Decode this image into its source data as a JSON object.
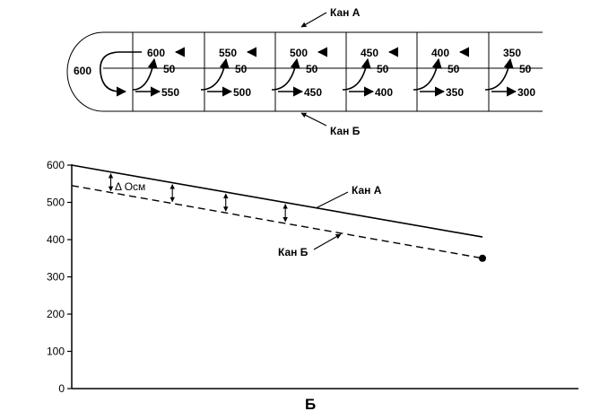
{
  "top": {
    "start_value": "600",
    "upper_values": [
      "600",
      "550",
      "500",
      "450",
      "400",
      "350"
    ],
    "mid_values": [
      "50",
      "50",
      "50",
      "50",
      "50",
      "50"
    ],
    "lower_values": [
      "550",
      "500",
      "450",
      "400",
      "350",
      "300"
    ],
    "canal_a_label": "Кан А",
    "canal_b_label": "Кан Б"
  },
  "chart_data": {
    "type": "line",
    "title": "",
    "xlabel": "",
    "ylabel": "",
    "ylim": [
      0,
      600
    ],
    "yticks": [
      0,
      100,
      200,
      300,
      400,
      500,
      600
    ],
    "grid": false,
    "x": [
      0,
      1
    ],
    "series": [
      {
        "name": "Кан А",
        "style": "solid",
        "values": [
          600,
          407
        ]
      },
      {
        "name": "Кан Б",
        "style": "dashed",
        "values": [
          545,
          350
        ]
      }
    ],
    "annotations": {
      "delta_label": "Δ Осм",
      "canal_a_label": "Кан А",
      "canal_b_label": "Кан Б"
    }
  },
  "caption": "Б"
}
